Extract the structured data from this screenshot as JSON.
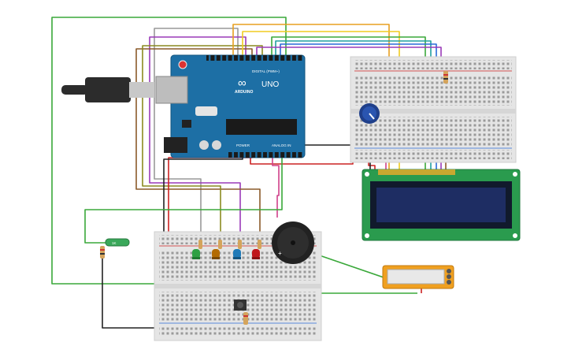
{
  "arduino": {
    "logo": "∞",
    "brand": "ARDUINO",
    "model": "UNO",
    "digital_label": "DIGITAL (PWM~)",
    "power_label": "POWER",
    "analog_label": "ANALOG IN",
    "color": "#1d6fa5"
  },
  "lcd": {
    "rows": 2,
    "columns": 16,
    "backlight": "off",
    "screen_color": "#1e2d63",
    "board_color": "#2a9b4e"
  },
  "components": {
    "leds": [
      "green",
      "orange",
      "blue",
      "red"
    ],
    "led_colors": [
      "#2ea043",
      "#b36b00",
      "#1f7ab8",
      "#c0161b"
    ],
    "potentiometer_color": "#1f3f8a",
    "piezo_color": "#222222",
    "pushbutton_color": "#333333",
    "pir_sensor_color": "#f0a020",
    "thermistor_label": "1K",
    "resistor_color": "#d4a45c"
  },
  "wire_colors": {
    "red": "#cc2222",
    "black": "#222222",
    "green": "#3aa83a",
    "orange": "#e8a020",
    "yellow": "#f0cc20",
    "blue": "#2a6ad8",
    "purple": "#9a3ab8",
    "gray": "#999999",
    "brown": "#8a5a2a",
    "pink": "#d0408a",
    "teal": "#20a0a0"
  },
  "usb_cable_color": "#2c2c2c"
}
